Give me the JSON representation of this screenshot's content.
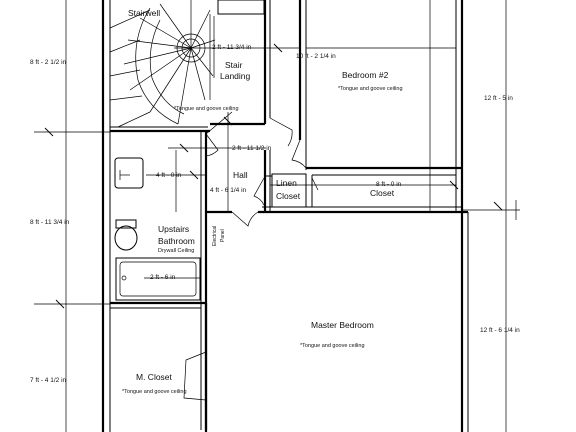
{
  "rooms": {
    "stairwell": "Stairwell",
    "stair_landing_1": "Stair",
    "stair_landing_2": "Landing",
    "bedroom2": "Bedroom #2",
    "hall": "Hall",
    "linen_closet_1": "Linen",
    "linen_closet_2": "Closet",
    "closet": "Closet",
    "upstairs_bathroom_1": "Upstairs",
    "upstairs_bathroom_2": "Bathroom",
    "master_bedroom": "Master Bedroom",
    "m_closet": "M. Closet",
    "electrical_panel_1": "Electrical",
    "electrical_panel_2": "Panel"
  },
  "notes": {
    "stair_landing": "*Tongue and goove ceiling",
    "bedroom2": "*Tongue and goove ceiling",
    "bathroom": "Drywall Ceiling",
    "master_bedroom": "*Tongue and goove ceiling",
    "m_closet": "*Tongue and goove ceiling"
  },
  "dimensions": {
    "left_top": "8 ft - 2 1/2 in",
    "left_mid": "8 ft - 11 3/4 in",
    "left_bottom": "7 ft - 4 1/2 in",
    "stair_width": "2 ft - 11 3/4 in",
    "bedroom2_width": "10 ft - 2 1/4 in",
    "right_top": "12 ft - 5 in",
    "hall_width": "2 ft - 11 1/2 in",
    "bath_width": "4 ft - 0 in",
    "hall_length": "4 ft - 6 1/4 in",
    "closet_width": "8 ft - 0 in",
    "tub_width": "2 ft - 6 in",
    "right_bottom": "12 ft - 6 1/4 in"
  }
}
